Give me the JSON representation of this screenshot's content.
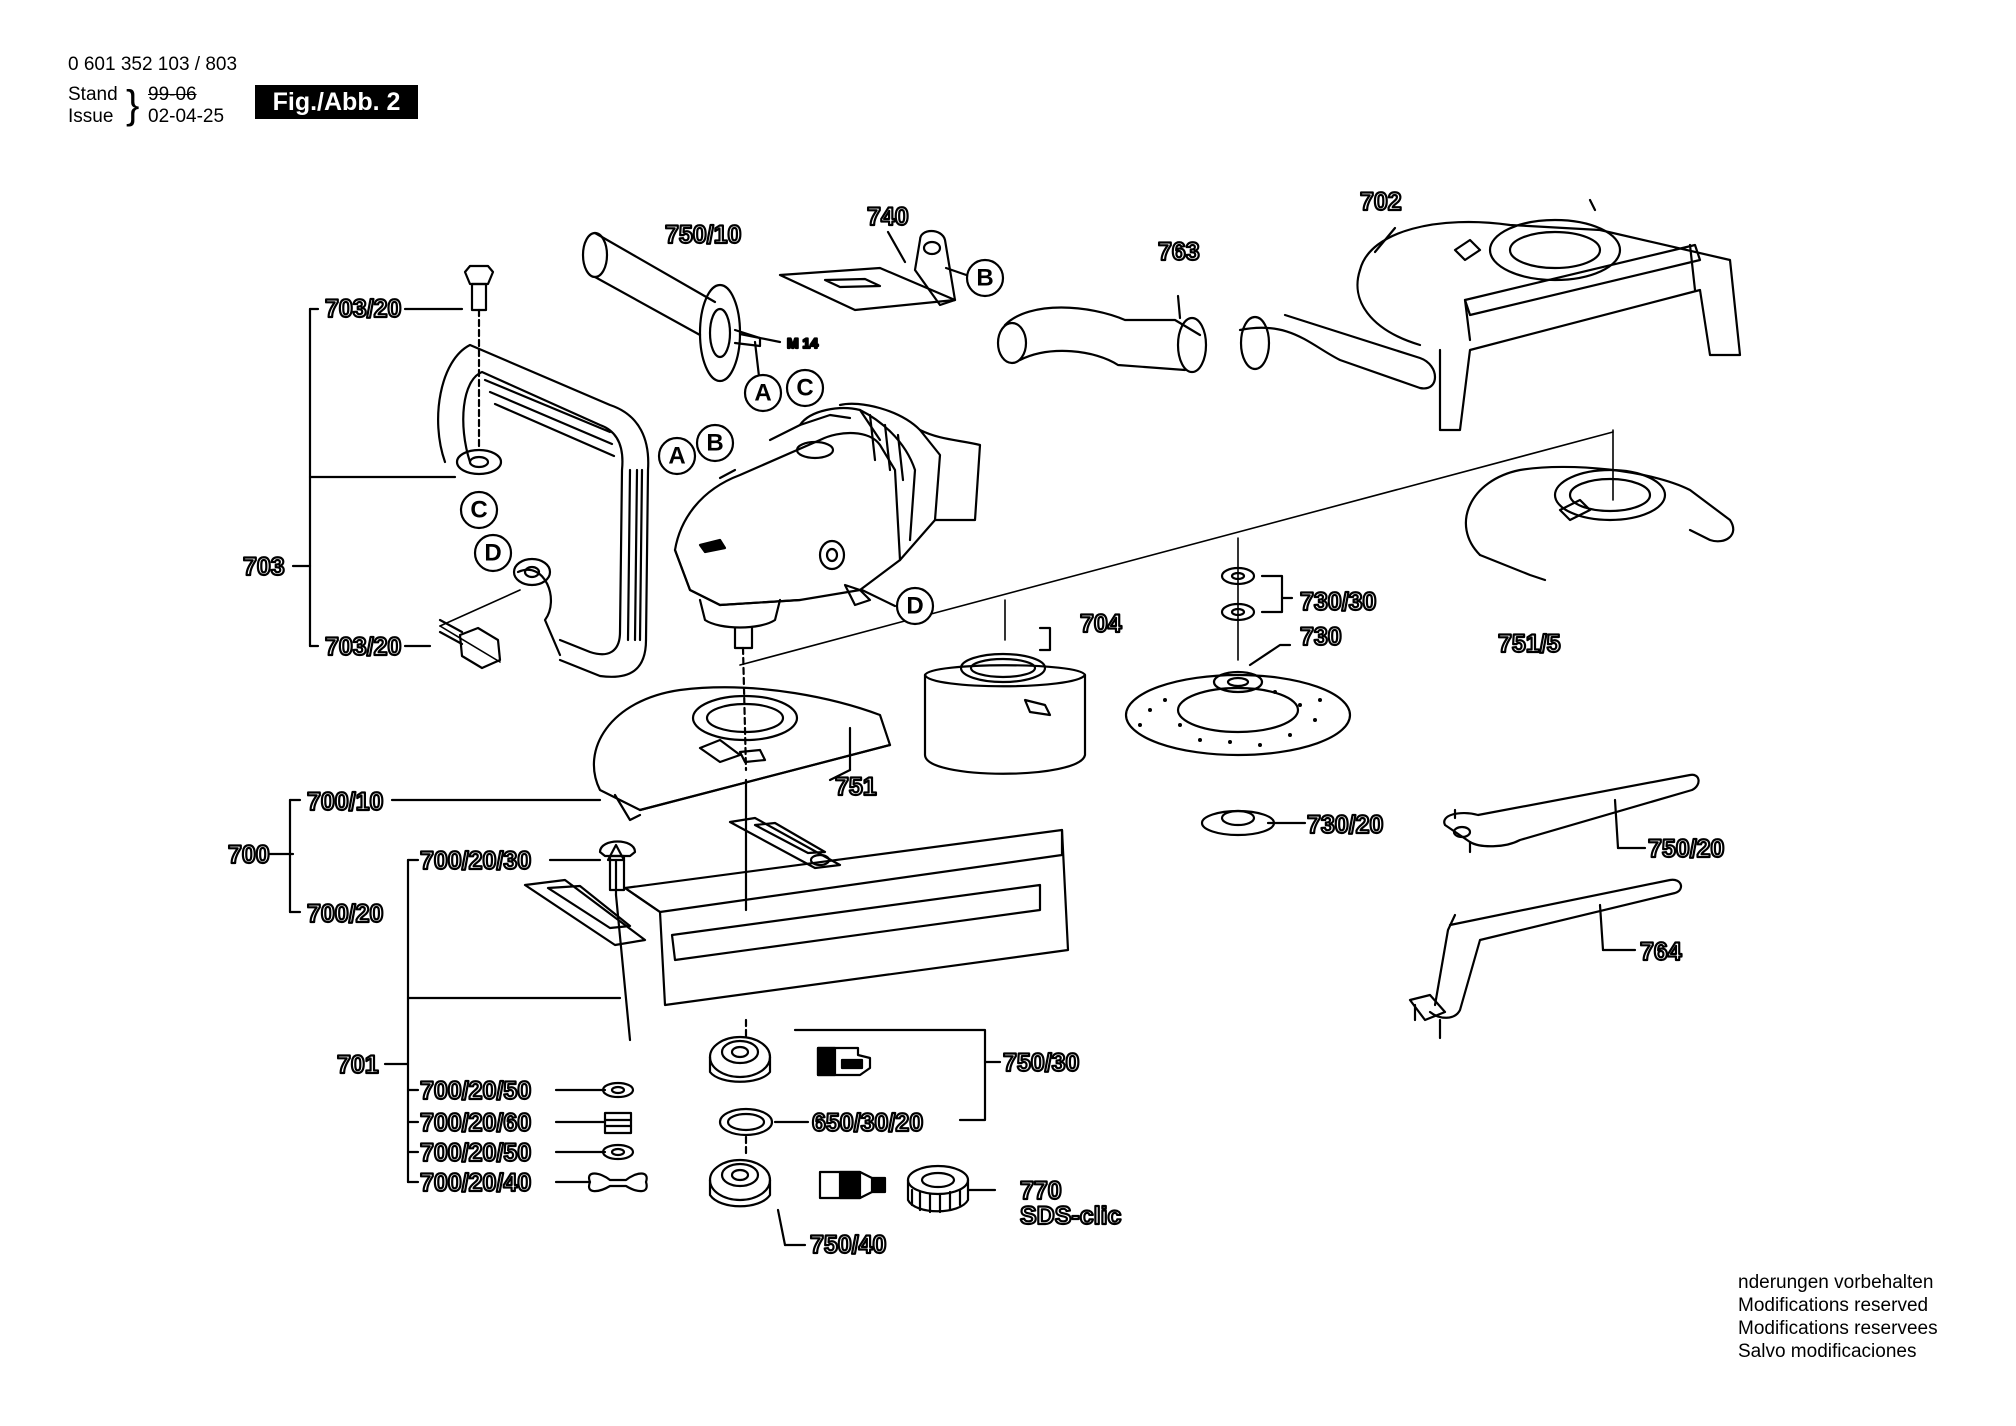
{
  "header": {
    "part_number": "0 601 352 103 / 803",
    "stand_label": "Stand",
    "stand_value": "99-06",
    "issue_label": "Issue",
    "issue_value": "02-04-25",
    "figure_label": "Fig./Abb. 2"
  },
  "labels": {
    "p703_20_top": "703/20",
    "p703": "703",
    "p703_20_bottom": "703/20",
    "p750_10": "750/10",
    "m14": "M 14",
    "p740": "740",
    "p763": "763",
    "p702": "702",
    "p704": "704",
    "p730_30": "730/30",
    "p730": "730",
    "p751_5": "751/5",
    "p751": "751",
    "p730_20": "730/20",
    "p700_10": "700/10",
    "p700": "700",
    "p700_20": "700/20",
    "p700_20_30": "700/20/30",
    "p750_20": "750/20",
    "p764": "764",
    "p701": "701",
    "p700_20_50_a": "700/20/50",
    "p700_20_60": "700/20/60",
    "p700_20_50_b": "700/20/50",
    "p700_20_40": "700/20/40",
    "p750_30": "750/30",
    "p650_30_20": "650/30/20",
    "p770": "770",
    "sds_clic": "SDS-clic",
    "p750_40": "750/40"
  },
  "connectors": {
    "a1": "A",
    "c1": "C",
    "a2": "A",
    "b1": "B",
    "b2": "B",
    "c2": "C",
    "d1": "D",
    "d2": "D"
  },
  "footer": {
    "line1": "nderungen vorbehalten",
    "line2": "Modifications reserved",
    "line3": "Modifications reservees",
    "line4": "Salvo modificaciones"
  }
}
